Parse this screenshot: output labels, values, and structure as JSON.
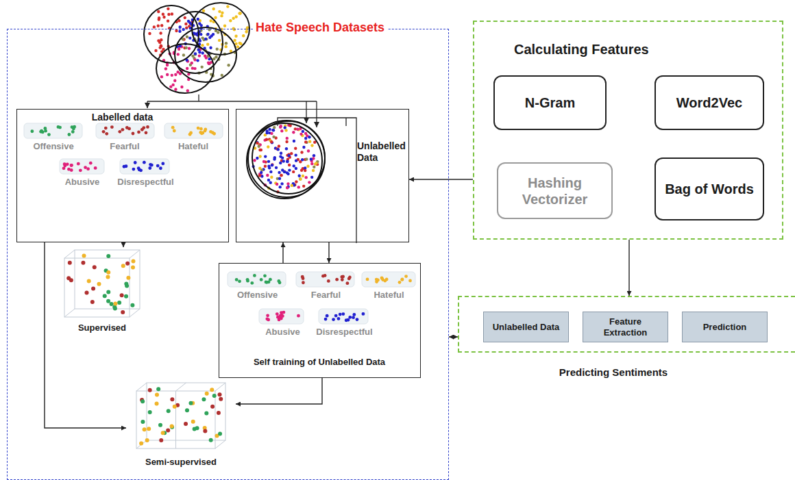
{
  "diagram": {
    "nodes": [
      {
        "text": [
          "Hate Speech Datasets"
        ]
      },
      {
        "text": [
          "Labelled data",
          "Offensive",
          "Fearful",
          "Hateful",
          "Abusive",
          "Disrespectful"
        ],
        "in": 0
      },
      {
        "text": [
          "Unlabelled Data"
        ],
        "in": 0
      },
      {
        "text": [
          "Offensive",
          "Fearful",
          "Hateful",
          "Abusive",
          "Disrespectful",
          "Self training of Unlabelled Data"
        ],
        "in": 0
      },
      {
        "text": [
          "Supervised"
        ],
        "in": 0
      },
      {
        "text": [
          "Semi-supervised"
        ],
        "in": 0
      },
      {
        "text": [
          "Calculating Features"
        ]
      },
      {
        "text": [
          "N-Gram"
        ],
        "in": 6
      },
      {
        "text": [
          "Word2Vec"
        ],
        "in": 6
      },
      {
        "text": [
          "Hashing Vectorizer"
        ],
        "in": 6
      },
      {
        "text": [
          "Bag of Words"
        ],
        "in": 6
      },
      {
        "text": [
          "Predicting Sentiments"
        ]
      },
      {
        "text": [
          "Unlabelled Data"
        ],
        "in": 11
      },
      {
        "text": [
          "Feature Extraction"
        ],
        "in": 11
      },
      {
        "text": [
          "Prediction"
        ],
        "in": 11
      }
    ],
    "edges": [
      {
        "from": 1,
        "to": 4,
        "arrow": "to"
      },
      {
        "from": 1,
        "to": 5,
        "arrow": "to"
      },
      {
        "from": 2,
        "to": 3,
        "arrow": "to"
      },
      {
        "from": 3,
        "to": 2,
        "arrow": "to"
      },
      {
        "from": 3,
        "to": 5,
        "arrow": "to"
      },
      {
        "from": 6,
        "to": 2,
        "arrow": "to"
      },
      {
        "from": 6,
        "to": 11,
        "arrow": "to"
      },
      {
        "from": 0,
        "to": 11,
        "arrow": "both"
      }
    ]
  }
}
